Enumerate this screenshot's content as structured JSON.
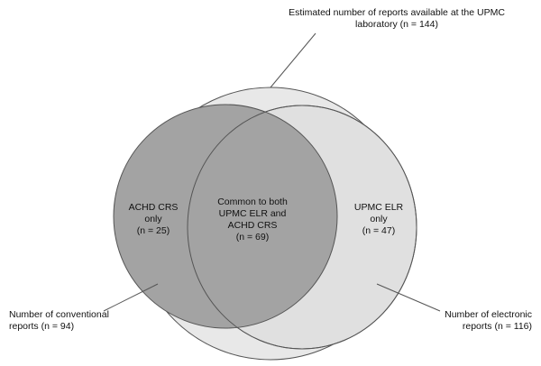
{
  "total": {
    "line1": "Estimated number of reports available at the UPMC",
    "line2": "laboratory (n = 144)"
  },
  "acHD_only": {
    "line1": "ACHD CRS",
    "line2": "only",
    "line3": "(n = 25)"
  },
  "common": {
    "line1": "Common to both",
    "line2": "UPMC ELR and",
    "line3": "ACHD CRS",
    "line4": "(n = 69)"
  },
  "upmc_only": {
    "line1": "UPMC ELR",
    "line2": "only",
    "line3": "(n = 47)"
  },
  "conventional": {
    "line1": "Number of conventional",
    "line2": "reports (n = 94)"
  },
  "electronic": {
    "line1": "Number of electronic",
    "line2": "reports (n = 116)"
  },
  "colors": {
    "outer_fill": "#e8e8e8",
    "electronic_fill": "#e0e0e0",
    "conventional_fill": "#a3a3a3",
    "stroke": "#555555"
  }
}
